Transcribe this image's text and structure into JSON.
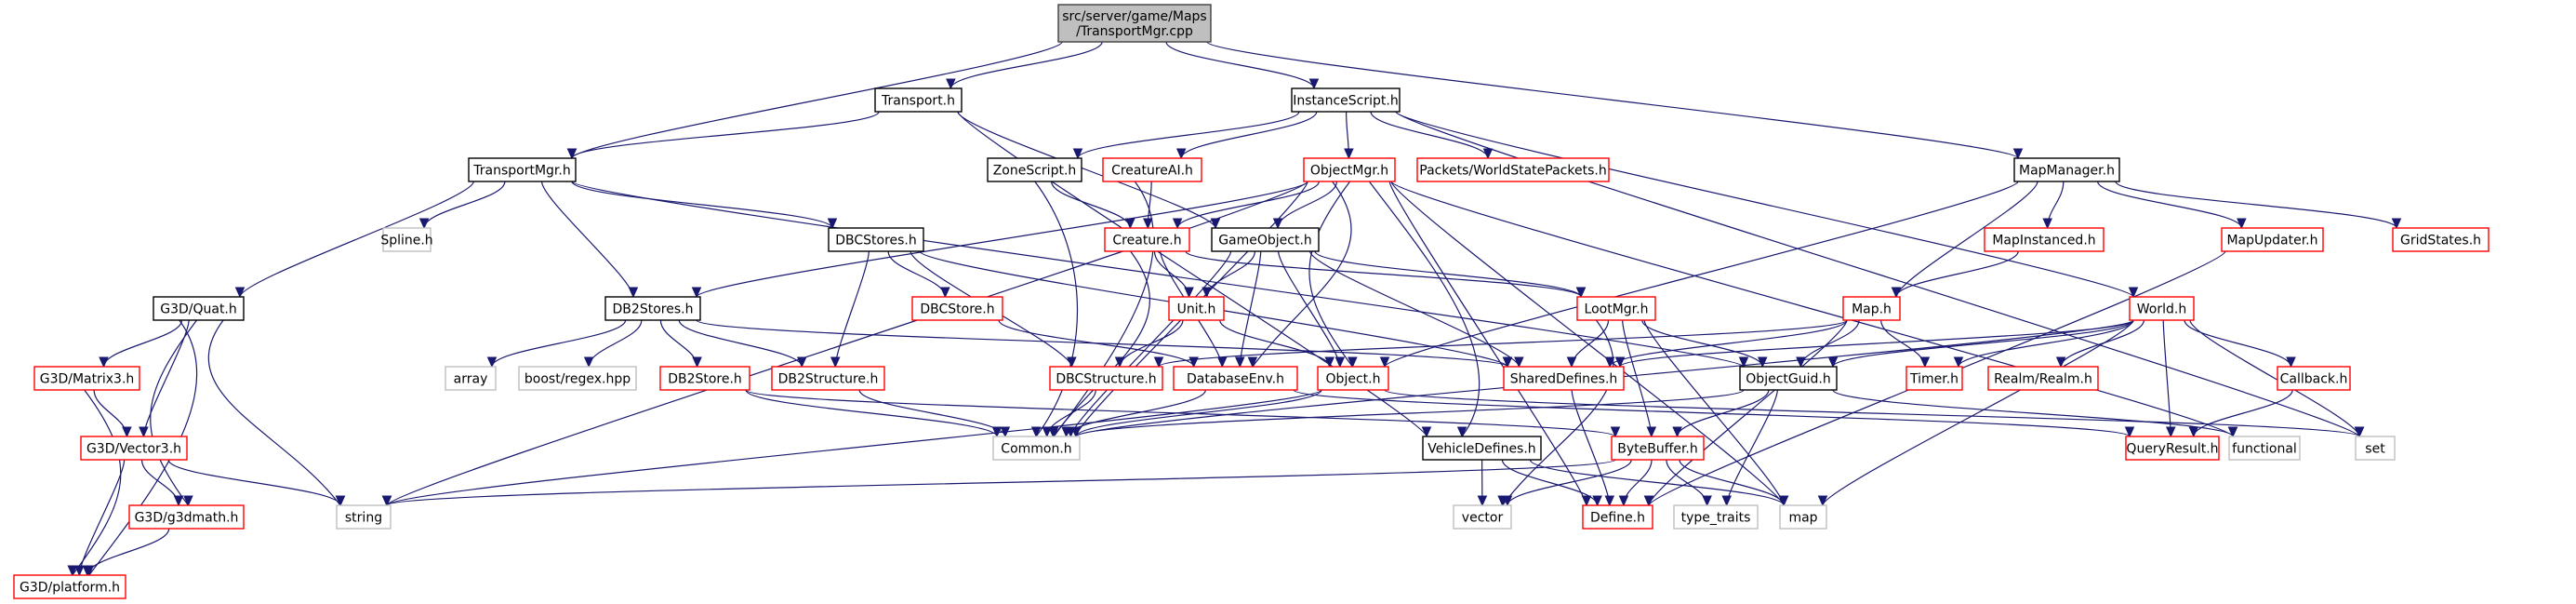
{
  "graph": {
    "title": "src/server/game/Maps/TransportMgr.cpp include dependency graph",
    "colors": {
      "edge": "#191970",
      "root_fill": "#bfbfbf",
      "root_border": "#404040",
      "normal_border": "#000000",
      "truncated_border": "#ff0000",
      "external_border": "#bfbfbf"
    },
    "nodes": [
      {
        "id": "root",
        "lines": [
          "src/server/game/Maps",
          "/TransportMgr.cpp"
        ],
        "kind": "root"
      },
      {
        "id": "Transport.h",
        "lines": [
          "Transport.h"
        ],
        "kind": "normal"
      },
      {
        "id": "InstanceScript.h",
        "lines": [
          "InstanceScript.h"
        ],
        "kind": "normal"
      },
      {
        "id": "TransportMgr.h",
        "lines": [
          "TransportMgr.h"
        ],
        "kind": "normal"
      },
      {
        "id": "ZoneScript.h",
        "lines": [
          "ZoneScript.h"
        ],
        "kind": "normal"
      },
      {
        "id": "CreatureAI.h",
        "lines": [
          "CreatureAI.h"
        ],
        "kind": "truncated"
      },
      {
        "id": "ObjectMgr.h",
        "lines": [
          "ObjectMgr.h"
        ],
        "kind": "truncated"
      },
      {
        "id": "Packets/WorldStatePackets.h",
        "lines": [
          "Packets/WorldStatePackets.h"
        ],
        "kind": "truncated"
      },
      {
        "id": "MapManager.h",
        "lines": [
          "MapManager.h"
        ],
        "kind": "normal"
      },
      {
        "id": "Spline.h",
        "lines": [
          "Spline.h"
        ],
        "kind": "external"
      },
      {
        "id": "DBCStores.h",
        "lines": [
          "DBCStores.h"
        ],
        "kind": "normal"
      },
      {
        "id": "Creature.h",
        "lines": [
          "Creature.h"
        ],
        "kind": "truncated"
      },
      {
        "id": "GameObject.h",
        "lines": [
          "GameObject.h"
        ],
        "kind": "normal"
      },
      {
        "id": "MapInstanced.h",
        "lines": [
          "MapInstanced.h"
        ],
        "kind": "truncated"
      },
      {
        "id": "MapUpdater.h",
        "lines": [
          "MapUpdater.h"
        ],
        "kind": "truncated"
      },
      {
        "id": "GridStates.h",
        "lines": [
          "GridStates.h"
        ],
        "kind": "truncated"
      },
      {
        "id": "G3D/Quat.h",
        "lines": [
          "G3D/Quat.h"
        ],
        "kind": "normal"
      },
      {
        "id": "DB2Stores.h",
        "lines": [
          "DB2Stores.h"
        ],
        "kind": "normal"
      },
      {
        "id": "DBCStore.h",
        "lines": [
          "DBCStore.h"
        ],
        "kind": "truncated"
      },
      {
        "id": "Unit.h",
        "lines": [
          "Unit.h"
        ],
        "kind": "truncated"
      },
      {
        "id": "LootMgr.h",
        "lines": [
          "LootMgr.h"
        ],
        "kind": "truncated"
      },
      {
        "id": "Map.h",
        "lines": [
          "Map.h"
        ],
        "kind": "truncated"
      },
      {
        "id": "World.h",
        "lines": [
          "World.h"
        ],
        "kind": "truncated"
      },
      {
        "id": "G3D/Matrix3.h",
        "lines": [
          "G3D/Matrix3.h"
        ],
        "kind": "truncated"
      },
      {
        "id": "array",
        "lines": [
          "array"
        ],
        "kind": "external"
      },
      {
        "id": "boost/regex.hpp",
        "lines": [
          "boost/regex.hpp"
        ],
        "kind": "external"
      },
      {
        "id": "DB2Store.h",
        "lines": [
          "DB2Store.h"
        ],
        "kind": "truncated"
      },
      {
        "id": "DB2Structure.h",
        "lines": [
          "DB2Structure.h"
        ],
        "kind": "truncated"
      },
      {
        "id": "DBCStructure.h",
        "lines": [
          "DBCStructure.h"
        ],
        "kind": "truncated"
      },
      {
        "id": "DatabaseEnv.h",
        "lines": [
          "DatabaseEnv.h"
        ],
        "kind": "truncated"
      },
      {
        "id": "Object.h",
        "lines": [
          "Object.h"
        ],
        "kind": "truncated"
      },
      {
        "id": "SharedDefines.h",
        "lines": [
          "SharedDefines.h"
        ],
        "kind": "truncated"
      },
      {
        "id": "ObjectGuid.h",
        "lines": [
          "ObjectGuid.h"
        ],
        "kind": "normal"
      },
      {
        "id": "Timer.h",
        "lines": [
          "Timer.h"
        ],
        "kind": "truncated"
      },
      {
        "id": "Realm/Realm.h",
        "lines": [
          "Realm/Realm.h"
        ],
        "kind": "truncated"
      },
      {
        "id": "Callback.h",
        "lines": [
          "Callback.h"
        ],
        "kind": "truncated"
      },
      {
        "id": "G3D/Vector3.h",
        "lines": [
          "G3D/Vector3.h"
        ],
        "kind": "truncated"
      },
      {
        "id": "Common.h",
        "lines": [
          "Common.h"
        ],
        "kind": "external"
      },
      {
        "id": "VehicleDefines.h",
        "lines": [
          "VehicleDefines.h"
        ],
        "kind": "normal"
      },
      {
        "id": "ByteBuffer.h",
        "lines": [
          "ByteBuffer.h"
        ],
        "kind": "truncated"
      },
      {
        "id": "QueryResult.h",
        "lines": [
          "QueryResult.h"
        ],
        "kind": "truncated"
      },
      {
        "id": "functional",
        "lines": [
          "functional"
        ],
        "kind": "external"
      },
      {
        "id": "set",
        "lines": [
          "set"
        ],
        "kind": "external"
      },
      {
        "id": "G3D/g3dmath.h",
        "lines": [
          "G3D/g3dmath.h"
        ],
        "kind": "truncated"
      },
      {
        "id": "string",
        "lines": [
          "string"
        ],
        "kind": "external"
      },
      {
        "id": "vector",
        "lines": [
          "vector"
        ],
        "kind": "external"
      },
      {
        "id": "Define.h",
        "lines": [
          "Define.h"
        ],
        "kind": "truncated"
      },
      {
        "id": "type_traits",
        "lines": [
          "type_traits"
        ],
        "kind": "external"
      },
      {
        "id": "map",
        "lines": [
          "map"
        ],
        "kind": "external"
      },
      {
        "id": "G3D/platform.h",
        "lines": [
          "G3D/platform.h"
        ],
        "kind": "truncated"
      }
    ],
    "edges": [
      [
        "root",
        "TransportMgr.h"
      ],
      [
        "root",
        "Transport.h"
      ],
      [
        "root",
        "InstanceScript.h"
      ],
      [
        "root",
        "MapManager.h"
      ],
      [
        "Transport.h",
        "TransportMgr.h"
      ],
      [
        "Transport.h",
        "GameObject.h"
      ],
      [
        "Transport.h",
        "VehicleDefines.h"
      ],
      [
        "InstanceScript.h",
        "ZoneScript.h"
      ],
      [
        "InstanceScript.h",
        "CreatureAI.h"
      ],
      [
        "InstanceScript.h",
        "ObjectMgr.h"
      ],
      [
        "InstanceScript.h",
        "Packets/WorldStatePackets.h"
      ],
      [
        "InstanceScript.h",
        "World.h"
      ],
      [
        "InstanceScript.h",
        "set"
      ],
      [
        "TransportMgr.h",
        "Spline.h"
      ],
      [
        "TransportMgr.h",
        "G3D/Quat.h"
      ],
      [
        "TransportMgr.h",
        "DB2Stores.h"
      ],
      [
        "TransportMgr.h",
        "DBCStores.h"
      ],
      [
        "TransportMgr.h",
        "ObjectGuid.h"
      ],
      [
        "ZoneScript.h",
        "Creature.h"
      ],
      [
        "ZoneScript.h",
        "Common.h"
      ],
      [
        "CreatureAI.h",
        "Creature.h"
      ],
      [
        "CreatureAI.h",
        "Common.h"
      ],
      [
        "ObjectMgr.h",
        "Creature.h"
      ],
      [
        "ObjectMgr.h",
        "GameObject.h"
      ],
      [
        "ObjectMgr.h",
        "DB2Stores.h"
      ],
      [
        "ObjectMgr.h",
        "DatabaseEnv.h"
      ],
      [
        "ObjectMgr.h",
        "Object.h"
      ],
      [
        "ObjectMgr.h",
        "VehicleDefines.h"
      ],
      [
        "ObjectMgr.h",
        "Common.h"
      ],
      [
        "ObjectMgr.h",
        "functional"
      ],
      [
        "ObjectMgr.h",
        "map"
      ],
      [
        "ObjectMgr.h",
        "string"
      ],
      [
        "ObjectMgr.h",
        "Define.h"
      ],
      [
        "MapManager.h",
        "MapInstanced.h"
      ],
      [
        "MapManager.h",
        "MapUpdater.h"
      ],
      [
        "MapManager.h",
        "GridStates.h"
      ],
      [
        "MapManager.h",
        "Map.h"
      ],
      [
        "MapManager.h",
        "Object.h"
      ],
      [
        "DBCStores.h",
        "DBCStore.h"
      ],
      [
        "DBCStores.h",
        "DB2Structure.h"
      ],
      [
        "DBCStores.h",
        "DBCStructure.h"
      ],
      [
        "DBCStores.h",
        "SharedDefines.h"
      ],
      [
        "Creature.h",
        "Unit.h"
      ],
      [
        "Creature.h",
        "LootMgr.h"
      ],
      [
        "Creature.h",
        "DatabaseEnv.h"
      ],
      [
        "Creature.h",
        "Common.h"
      ],
      [
        "GameObject.h",
        "Unit.h"
      ],
      [
        "GameObject.h",
        "Object.h"
      ],
      [
        "GameObject.h",
        "LootMgr.h"
      ],
      [
        "GameObject.h",
        "SharedDefines.h"
      ],
      [
        "GameObject.h",
        "DatabaseEnv.h"
      ],
      [
        "GameObject.h",
        "Common.h"
      ],
      [
        "MapInstanced.h",
        "Map.h"
      ],
      [
        "MapUpdater.h",
        "Define.h"
      ],
      [
        "G3D/Quat.h",
        "G3D/Matrix3.h"
      ],
      [
        "G3D/Quat.h",
        "G3D/Vector3.h"
      ],
      [
        "G3D/Quat.h",
        "G3D/g3dmath.h"
      ],
      [
        "G3D/Quat.h",
        "G3D/platform.h"
      ],
      [
        "G3D/Quat.h",
        "string"
      ],
      [
        "DB2Stores.h",
        "array"
      ],
      [
        "DB2Stores.h",
        "boost/regex.hpp"
      ],
      [
        "DB2Stores.h",
        "DB2Store.h"
      ],
      [
        "DB2Stores.h",
        "DB2Structure.h"
      ],
      [
        "DB2Stores.h",
        "SharedDefines.h"
      ],
      [
        "DBCStore.h",
        "DatabaseEnv.h"
      ],
      [
        "Unit.h",
        "Object.h"
      ],
      [
        "Unit.h",
        "DBCStructure.h"
      ],
      [
        "LootMgr.h",
        "SharedDefines.h"
      ],
      [
        "LootMgr.h",
        "ObjectGuid.h"
      ],
      [
        "LootMgr.h",
        "ByteBuffer.h"
      ],
      [
        "LootMgr.h",
        "map"
      ],
      [
        "LootMgr.h",
        "vector"
      ],
      [
        "Map.h",
        "ObjectGuid.h"
      ],
      [
        "Map.h",
        "Timer.h"
      ],
      [
        "Map.h",
        "SharedDefines.h"
      ],
      [
        "Map.h",
        "DBCStructure.h"
      ],
      [
        "Map.h",
        "Define.h"
      ],
      [
        "World.h",
        "Timer.h"
      ],
      [
        "World.h",
        "Realm/Realm.h"
      ],
      [
        "World.h",
        "Callback.h"
      ],
      [
        "World.h",
        "QueryResult.h"
      ],
      [
        "World.h",
        "set"
      ],
      [
        "World.h",
        "SharedDefines.h"
      ],
      [
        "World.h",
        "ObjectGuid.h"
      ],
      [
        "World.h",
        "Common.h"
      ],
      [
        "World.h",
        "map"
      ],
      [
        "G3D/Matrix3.h",
        "G3D/Vector3.h"
      ],
      [
        "G3D/Matrix3.h",
        "G3D/platform.h"
      ],
      [
        "DB2Store.h",
        "Common.h"
      ],
      [
        "DB2Store.h",
        "ByteBuffer.h"
      ],
      [
        "DB2Structure.h",
        "Common.h"
      ],
      [
        "DBCStructure.h",
        "Common.h"
      ],
      [
        "DatabaseEnv.h",
        "Common.h"
      ],
      [
        "DatabaseEnv.h",
        "QueryResult.h"
      ],
      [
        "Object.h",
        "Common.h"
      ],
      [
        "Object.h",
        "string"
      ],
      [
        "Object.h",
        "set"
      ],
      [
        "ObjectGuid.h",
        "ByteBuffer.h"
      ],
      [
        "ObjectGuid.h",
        "type_traits"
      ],
      [
        "ObjectGuid.h",
        "Common.h"
      ],
      [
        "ObjectGuid.h",
        "functional"
      ],
      [
        "Callback.h",
        "QueryResult.h"
      ],
      [
        "SharedDefines.h",
        "Define.h"
      ],
      [
        "G3D/Vector3.h",
        "G3D/g3dmath.h"
      ],
      [
        "G3D/Vector3.h",
        "G3D/platform.h"
      ],
      [
        "G3D/Vector3.h",
        "string"
      ],
      [
        "VehicleDefines.h",
        "vector"
      ],
      [
        "VehicleDefines.h",
        "Define.h"
      ],
      [
        "VehicleDefines.h",
        "map"
      ],
      [
        "ByteBuffer.h",
        "vector"
      ],
      [
        "ByteBuffer.h",
        "Define.h"
      ],
      [
        "ByteBuffer.h",
        "type_traits"
      ],
      [
        "ByteBuffer.h",
        "map"
      ],
      [
        "ByteBuffer.h",
        "string"
      ],
      [
        "G3D/g3dmath.h",
        "G3D/platform.h"
      ]
    ]
  }
}
